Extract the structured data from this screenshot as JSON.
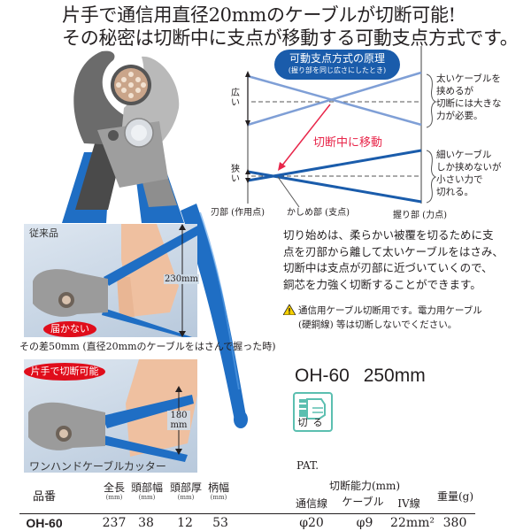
{
  "headline": {
    "line1": "片手で通信用直径20mmのケーブルが切断可能!",
    "line2": "その秘密は切断中に支点が移動する可動支点方式です。"
  },
  "diagram": {
    "pill_title": "可動支点方式の原理",
    "pill_subtitle": "(握り部を同じ広さにしたとき)",
    "wide_label": [
      "広",
      "い"
    ],
    "narrow_label": [
      "狭",
      "い"
    ],
    "move_label": "切断中に移動",
    "wide_note": [
      "太いケーブルを",
      "挟めるが",
      "切断には大きな",
      "力が必要。"
    ],
    "narrow_note": [
      "細いケーブル",
      "しか挟めないが",
      "小さい力で",
      "切れる。"
    ],
    "blade_label": "刃部 (作用点)",
    "pivot_label": "かしめ部 (支点)",
    "grip_label": "握り部 (力点)",
    "colors": {
      "wide_lines": "#7f9fd6",
      "narrow_lines": "#1a5cab",
      "arrow": "#e8264a",
      "pill": "#1a5cab"
    }
  },
  "explanation": [
    "切り始めは、柔らかい被覆を切るために支",
    "点を刃部から離して太いケーブルをはさみ、",
    "切断中は支点が刃部に近づいていくので、",
    "銅芯を力強く切断することができます。"
  ],
  "caution": {
    "icon": "warning-triangle-icon",
    "line1": "通信用ケーブル切断用です。電力用ケーブル",
    "line2": "(硬銅線) 等は切断しないでください。"
  },
  "comparison": {
    "conventional": {
      "label": "従来品",
      "bubble": "届かない",
      "dimension": "230mm"
    },
    "difference_caption": "その差50mm (直径20mmのケーブルをはさんで握った時)",
    "onehand": {
      "bubble": "片手で切断可能",
      "dimension_line1": "180",
      "dimension_line2": "mm",
      "label": "ワンハンドケーブルカッター"
    }
  },
  "product": {
    "model": "OH-60",
    "length": "250mm",
    "icon_label": "切る",
    "icon": "hand-cut-icon",
    "pat": "PAT."
  },
  "spec_table": {
    "headers": {
      "model": "品番",
      "total_length": "全長",
      "head_width": "頭部幅",
      "head_thickness": "頭部厚",
      "handle_width": "柄幅",
      "capacity": "切断能力(mm)",
      "telecom": "通信線",
      "cable": "ケーブル",
      "iv": "IV線",
      "weight": "重量(g)"
    },
    "unit": "(mm)",
    "row": {
      "model": "OH-60",
      "total_length": "237",
      "head_width": "38",
      "head_thickness": "12",
      "handle_width": "53",
      "telecom": "φ20",
      "cable": "φ9",
      "iv": "22mm²",
      "weight": "380"
    }
  }
}
